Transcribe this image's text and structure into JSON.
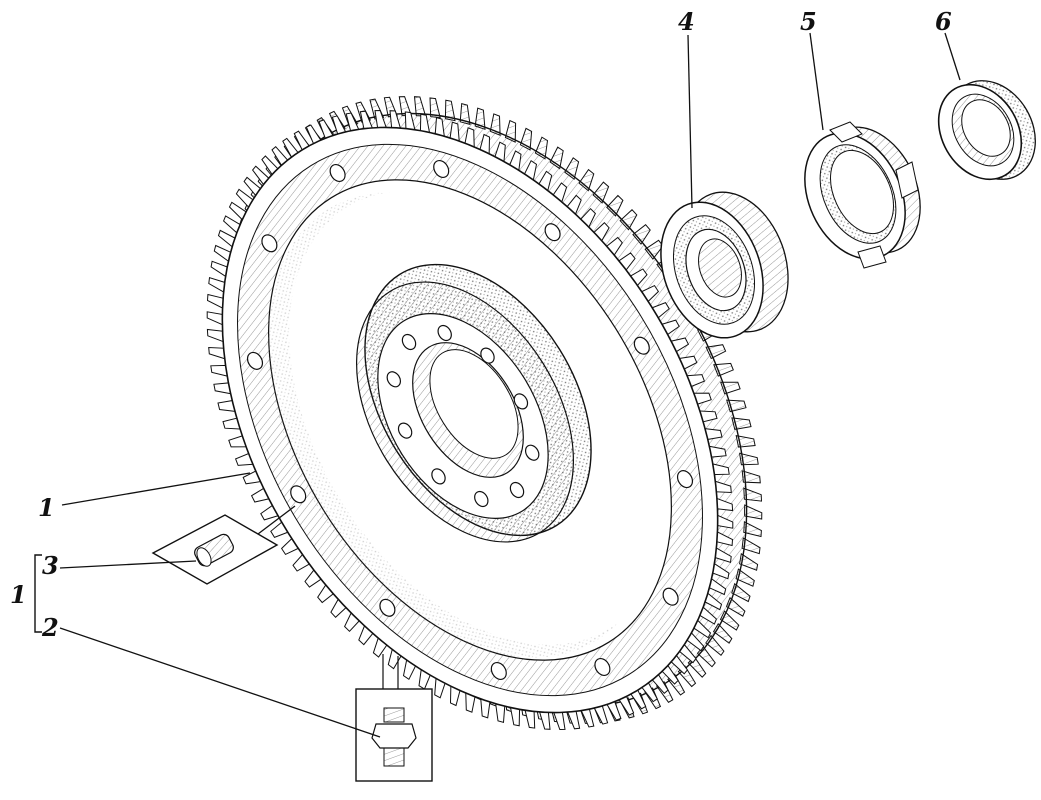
{
  "diagram": {
    "callouts": {
      "flywheel": "1",
      "group_bracket": "1",
      "dowel_pin": "3",
      "fitting": "2",
      "bearing": "4",
      "spacer_ring": "5",
      "oil_seal": "6"
    },
    "ring_gear_tooth_count": 104,
    "colors": {
      "ink": "#111111",
      "paper": "#ffffff",
      "stipple": "#7a7a7a"
    }
  }
}
